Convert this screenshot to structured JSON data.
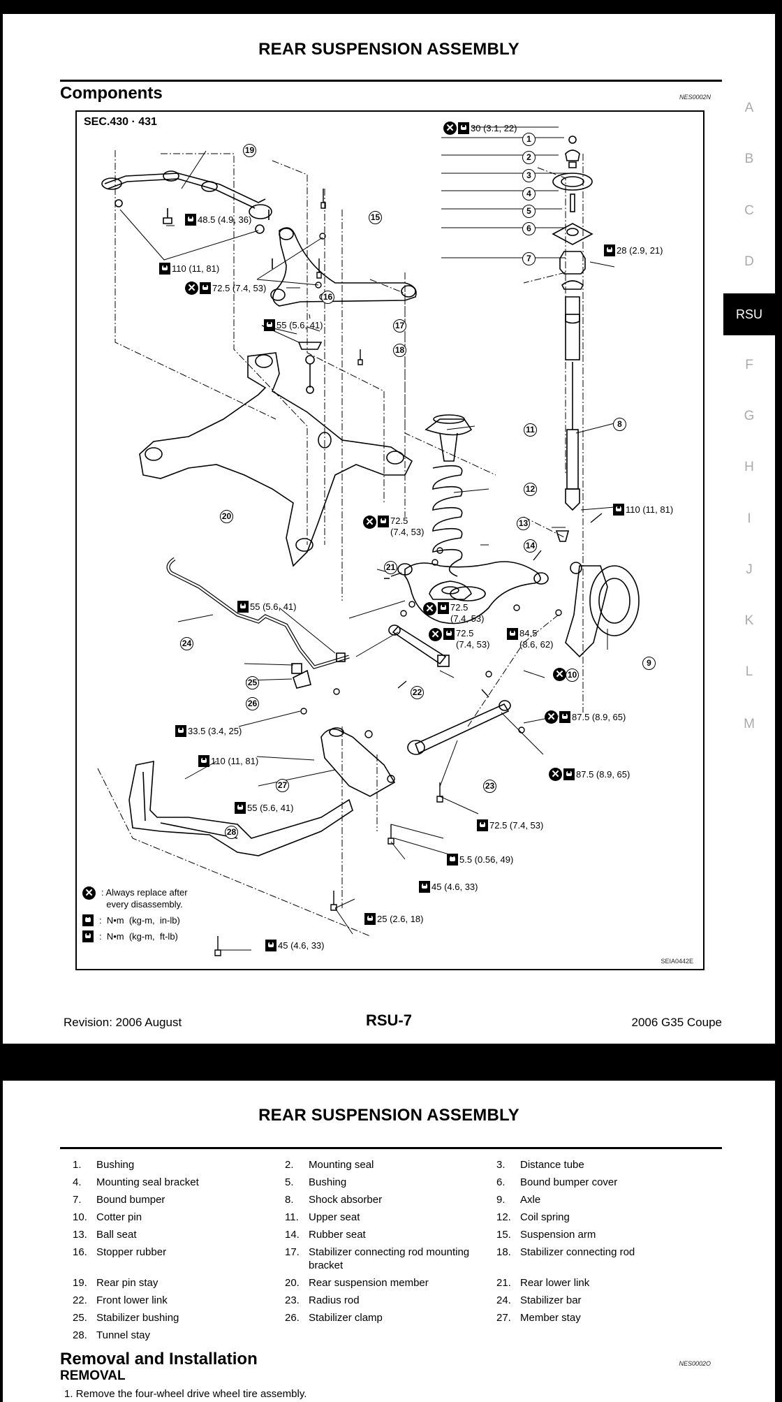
{
  "page1": {
    "header_title": "REAR SUSPENSION ASSEMBLY",
    "section_title": "Components",
    "section_ref": "NES0002N",
    "index_tabs": [
      {
        "label": "A",
        "active": false
      },
      {
        "label": "B",
        "active": false
      },
      {
        "label": "C",
        "active": false
      },
      {
        "label": "D",
        "active": false
      },
      {
        "label": "RSU",
        "active": true
      },
      {
        "label": "F",
        "active": false
      },
      {
        "label": "G",
        "active": false
      },
      {
        "label": "H",
        "active": false
      },
      {
        "label": "I",
        "active": false
      },
      {
        "label": "J",
        "active": false
      },
      {
        "label": "K",
        "active": false
      },
      {
        "label": "L",
        "active": false
      },
      {
        "label": "M",
        "active": false
      }
    ],
    "figure": {
      "sec_label": "SEC.430 · 431",
      "figure_code": "SEIA0442E",
      "part_numbers": [
        "1",
        "2",
        "3",
        "4",
        "5",
        "6",
        "7",
        "8",
        "9",
        "10",
        "11",
        "12",
        "13",
        "14",
        "15",
        "16",
        "17",
        "18",
        "19",
        "20",
        "21",
        "22",
        "23",
        "24",
        "25",
        "26",
        "27",
        "28"
      ],
      "torque_callouts": [
        {
          "id": "t1",
          "replace": true,
          "unit": "ft-lb",
          "text": "30 (3.1, 22)"
        },
        {
          "id": "t2",
          "replace": false,
          "unit": "ft-lb",
          "text": "28 (2.9, 21)"
        },
        {
          "id": "t3",
          "replace": false,
          "unit": "ft-lb",
          "text": "48.5 (4.9, 36)"
        },
        {
          "id": "t4",
          "replace": false,
          "unit": "ft-lb",
          "text": "110 (11, 81)"
        },
        {
          "id": "t5",
          "replace": true,
          "unit": "ft-lb",
          "text": "72.5 (7.4, 53)"
        },
        {
          "id": "t6",
          "replace": false,
          "unit": "ft-lb",
          "text": "55 (5.6, 41)"
        },
        {
          "id": "t7",
          "replace": false,
          "unit": "ft-lb",
          "text": "110 (11, 81)"
        },
        {
          "id": "t8",
          "replace": true,
          "unit": "ft-lb",
          "text": "72.5\n(7.4, 53)"
        },
        {
          "id": "t9",
          "replace": false,
          "unit": "ft-lb",
          "text": "55 (5.6, 41)"
        },
        {
          "id": "t10",
          "replace": true,
          "unit": "ft-lb",
          "text": "72.5\n(7.4, 53)"
        },
        {
          "id": "t11",
          "replace": true,
          "unit": "ft-lb",
          "text": "72.5\n(7.4, 53)"
        },
        {
          "id": "t12",
          "replace": false,
          "unit": "ft-lb",
          "text": "84.5\n(8.6, 62)"
        },
        {
          "id": "t13",
          "replace": true,
          "unit": "ft-lb",
          "text": "87.5 (8.9, 65)"
        },
        {
          "id": "t14",
          "replace": false,
          "unit": "ft-lb",
          "text": "33.5 (3.4, 25)"
        },
        {
          "id": "t15",
          "replace": false,
          "unit": "ft-lb",
          "text": "110 (11, 81)"
        },
        {
          "id": "t16",
          "replace": true,
          "unit": "ft-lb",
          "text": "87.5 (8.9, 65)"
        },
        {
          "id": "t17",
          "replace": false,
          "unit": "ft-lb",
          "text": "55 (5.6, 41)"
        },
        {
          "id": "t18",
          "replace": false,
          "unit": "ft-lb",
          "text": "72.5 (7.4, 53)"
        },
        {
          "id": "t19",
          "replace": false,
          "unit": "in-lb",
          "text": "5.5 (0.56, 49)"
        },
        {
          "id": "t20",
          "replace": false,
          "unit": "ft-lb",
          "text": "45 (4.6, 33)"
        },
        {
          "id": "t21",
          "replace": false,
          "unit": "ft-lb",
          "text": "25 (2.6, 18)"
        },
        {
          "id": "t22",
          "replace": false,
          "unit": "ft-lb",
          "text": "45 (4.6, 33)"
        }
      ],
      "cotter_pin_replace": true,
      "legend": [
        {
          "icon": "replace-icon",
          "text": ": Always replace after\n  every disassembly."
        },
        {
          "icon": "torque-in-lb-icon",
          "text": ":  N•m  (kg-m,  in-lb)"
        },
        {
          "icon": "torque-ft-lb-icon",
          "text": ":  N•m  (kg-m,  ft-lb)"
        }
      ]
    },
    "footer": {
      "revision": "Revision: 2006 August",
      "page_number": "RSU-7",
      "model": "2006 G35 Coupe"
    }
  },
  "page2": {
    "header_title": "REAR SUSPENSION ASSEMBLY",
    "parts_list": [
      {
        "num": "1.",
        "label": "Bushing"
      },
      {
        "num": "2.",
        "label": "Mounting seal"
      },
      {
        "num": "3.",
        "label": "Distance tube"
      },
      {
        "num": "4.",
        "label": "Mounting seal bracket"
      },
      {
        "num": "5.",
        "label": "Bushing"
      },
      {
        "num": "6.",
        "label": "Bound bumper cover"
      },
      {
        "num": "7.",
        "label": "Bound bumper"
      },
      {
        "num": "8.",
        "label": "Shock absorber"
      },
      {
        "num": "9.",
        "label": "Axle"
      },
      {
        "num": "10.",
        "label": "Cotter pin"
      },
      {
        "num": "11.",
        "label": "Upper seat"
      },
      {
        "num": "12.",
        "label": "Coil spring"
      },
      {
        "num": "13.",
        "label": "Ball seat"
      },
      {
        "num": "14.",
        "label": "Rubber seat"
      },
      {
        "num": "15.",
        "label": "Suspension arm"
      },
      {
        "num": "16.",
        "label": "Stopper rubber"
      },
      {
        "num": "17.",
        "label": "Stabilizer connecting rod mounting bracket"
      },
      {
        "num": "18.",
        "label": "Stabilizer connecting rod"
      },
      {
        "num": "19.",
        "label": "Rear pin stay"
      },
      {
        "num": "20.",
        "label": "Rear suspension member"
      },
      {
        "num": "21.",
        "label": "Rear lower link"
      },
      {
        "num": "22.",
        "label": "Front lower link"
      },
      {
        "num": "23.",
        "label": "Radius rod"
      },
      {
        "num": "24.",
        "label": "Stabilizer bar"
      },
      {
        "num": "25.",
        "label": "Stabilizer bushing"
      },
      {
        "num": "26.",
        "label": "Stabilizer clamp"
      },
      {
        "num": "27.",
        "label": "Member stay"
      },
      {
        "num": "28.",
        "label": "Tunnel stay"
      }
    ],
    "section_title": "Removal and Installation",
    "section_ref": "NES0002O",
    "subsection_title": "REMOVAL",
    "first_step_partial": "1.   Remove the four-wheel drive wheel tire assembly."
  }
}
